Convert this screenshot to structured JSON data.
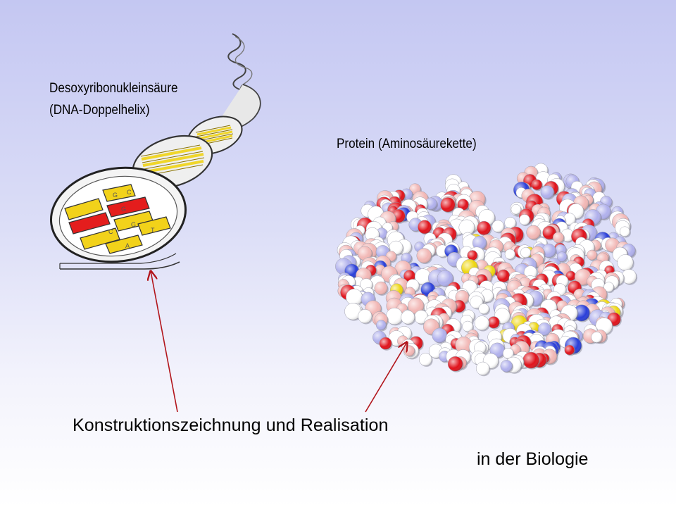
{
  "labels": {
    "dna_line1": "Desoxyribonukleinsäure",
    "dna_line2": "(DNA-Doppelhelix)",
    "protein": "Protein (Aminosäurekette)"
  },
  "caption": {
    "part1": "Konstruktionszeichnung",
    "part2": "und",
    "part3": "Realisation",
    "line2": "in der Biologie"
  },
  "colors": {
    "arrow": "#b2151b",
    "base_yellow": "#f2d21a",
    "base_red": "#e41d1d",
    "atom_red": "#e0121b",
    "atom_blue": "#2a3ed9",
    "atom_lavender": "#b0b0ec",
    "atom_pink": "#f2b7b5",
    "atom_white": "#ffffff",
    "atom_yellow": "#eed60e"
  },
  "icons": {
    "dna": "dna-helix-illustration",
    "protein": "protein-space-filling-model"
  }
}
